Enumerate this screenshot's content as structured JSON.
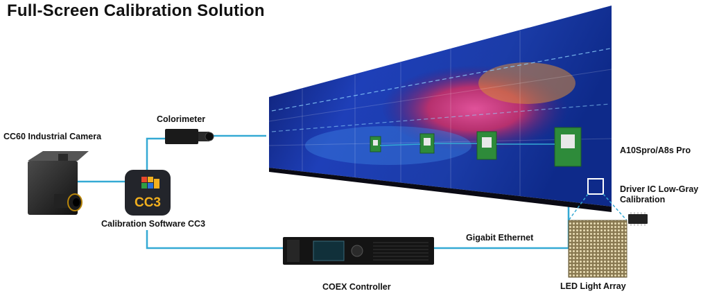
{
  "title": "Full-Screen Calibration Solution",
  "labels": {
    "camera": "CC60 Industrial Camera",
    "colorimeter": "Colorimeter",
    "software": "Calibration Software CC3",
    "software_logo": "CC3",
    "card": "A10Spro/A8s Pro",
    "driver_ic": "Driver IC Low-Gray Calibration",
    "ethernet": "Gigabit Ethernet",
    "controller": "COEX Controller",
    "led_array": "LED Light Array"
  },
  "colors": {
    "connector": "#34a9d4",
    "screen_dark": "#0a1a6e",
    "screen_mid": "#1c47c9",
    "accent_magenta": "#d7388e",
    "pcb_green": "#2e8b3a"
  }
}
